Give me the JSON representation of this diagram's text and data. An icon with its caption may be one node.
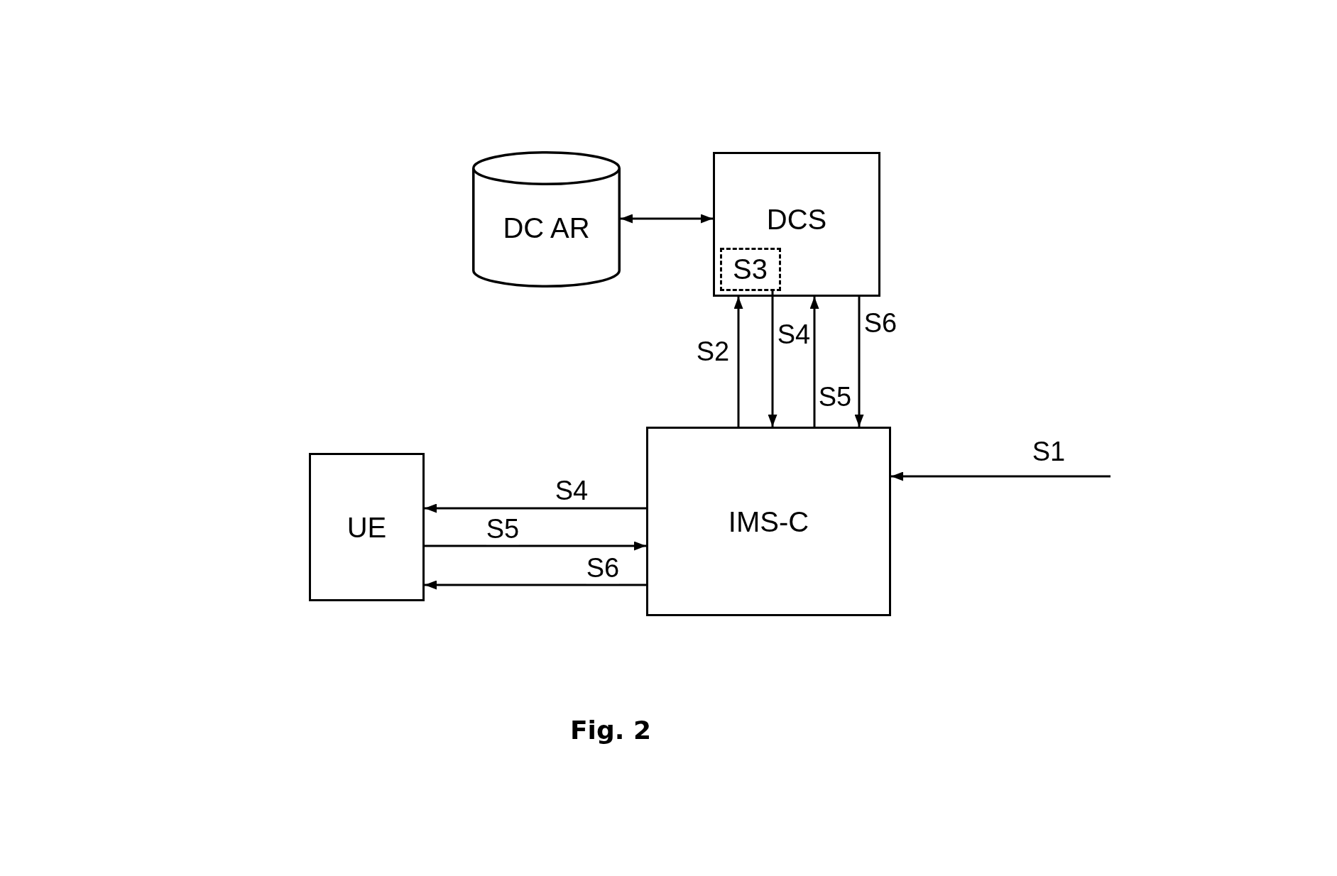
{
  "diagram": {
    "caption": "Fig. 2",
    "nodes": [
      {
        "text": [
          "DC AR"
        ]
      },
      {
        "text": [
          "DCS"
        ]
      },
      {
        "text": [
          "S3"
        ],
        "in": 1
      },
      {
        "text": [
          "IMS-C"
        ]
      },
      {
        "text": [
          "UE"
        ]
      }
    ],
    "edges": [
      {
        "from": 0,
        "to": 1,
        "arrow": "both"
      },
      {
        "from": 3,
        "to": 1,
        "arrow": "to",
        "label": "S2"
      },
      {
        "from": 2,
        "to": 3,
        "arrow": "to",
        "label": "S4"
      },
      {
        "from": 3,
        "to": 1,
        "arrow": "to",
        "label": "S5"
      },
      {
        "from": 1,
        "to": 3,
        "arrow": "to",
        "label": "S6"
      },
      {
        "from": null,
        "to": 3,
        "arrow": "to",
        "label": "S1"
      },
      {
        "from": 3,
        "to": 4,
        "arrow": "to",
        "label": "S4"
      },
      {
        "from": 4,
        "to": 3,
        "arrow": "to",
        "label": "S5"
      },
      {
        "from": 3,
        "to": 4,
        "arrow": "to",
        "label": "S6"
      }
    ]
  }
}
